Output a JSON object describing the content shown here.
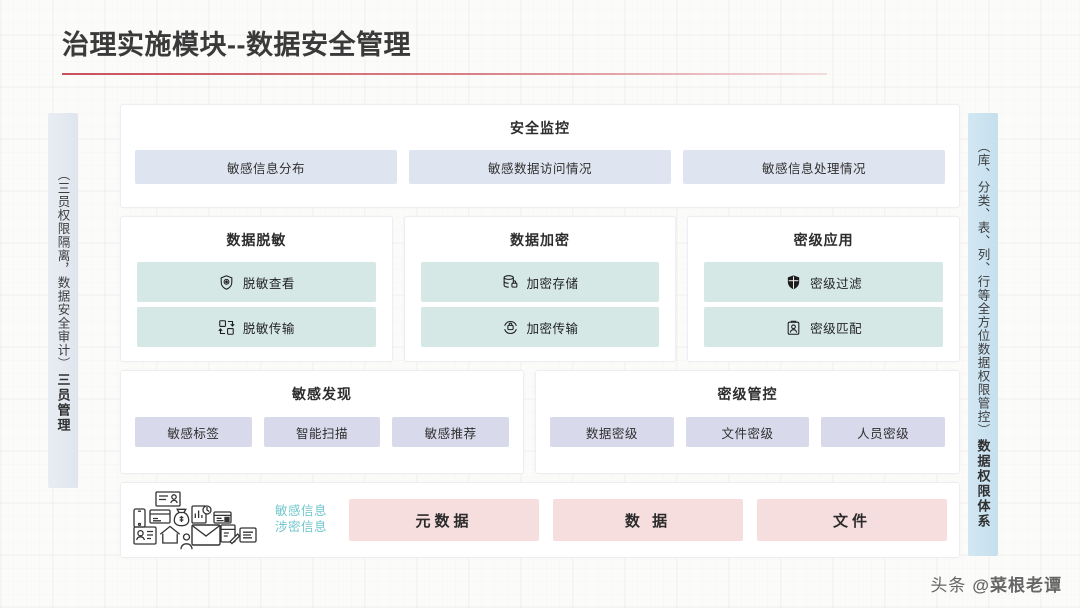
{
  "page": {
    "title": "治理实施模块--数据安全管理",
    "accent_rule_color": "#c9515b"
  },
  "rails": {
    "left": {
      "title": "三员管理",
      "subtitle": "（三员权限隔离，数据安全审计）",
      "color": "#e4e9f1"
    },
    "right": {
      "title": "数据权限体系",
      "subtitle": "（库、分类、表、列、行等全方位数据权限管控）",
      "color": "#cbe3f0"
    }
  },
  "monitor": {
    "title": "安全监控",
    "chip_color": "#dfe5f0",
    "items": [
      {
        "label": "敏感信息分布"
      },
      {
        "label": "敏感数据访问情况"
      },
      {
        "label": "敏感信息处理情况"
      }
    ]
  },
  "features": {
    "chip_color": "#d5e8e6",
    "columns": [
      {
        "title": "数据脱敏",
        "items": [
          {
            "label": "脱敏查看",
            "icon": "shield-eye-icon"
          },
          {
            "label": "脱敏传输",
            "icon": "transfer-icon"
          }
        ]
      },
      {
        "title": "数据加密",
        "items": [
          {
            "label": "加密存储",
            "icon": "database-lock-icon"
          },
          {
            "label": "加密传输",
            "icon": "lock-circle-icon"
          }
        ]
      },
      {
        "title": "密级应用",
        "items": [
          {
            "label": "密级过滤",
            "icon": "shield-filter-icon"
          },
          {
            "label": "密级匹配",
            "icon": "person-badge-icon"
          }
        ]
      }
    ]
  },
  "row3": {
    "chip_color": "#d9d9ec",
    "panels": [
      {
        "title": "敏感发现",
        "items": [
          {
            "label": "敏感标签"
          },
          {
            "label": "智能扫描"
          },
          {
            "label": "敏感推荐"
          }
        ]
      },
      {
        "title": "密级管控",
        "items": [
          {
            "label": "数据密级"
          },
          {
            "label": "文件密级"
          },
          {
            "label": "人员密级"
          }
        ]
      }
    ]
  },
  "bottom": {
    "tag_lines": [
      "敏感信息",
      "涉密信息"
    ],
    "tag_color": "#6fc6cd",
    "chip_color": "#f6dede",
    "chips": [
      {
        "label": "元数据"
      },
      {
        "label": "数 据"
      },
      {
        "label": "文件"
      }
    ]
  },
  "watermark": {
    "platform": "头条",
    "handle": "@菜根老谭"
  }
}
